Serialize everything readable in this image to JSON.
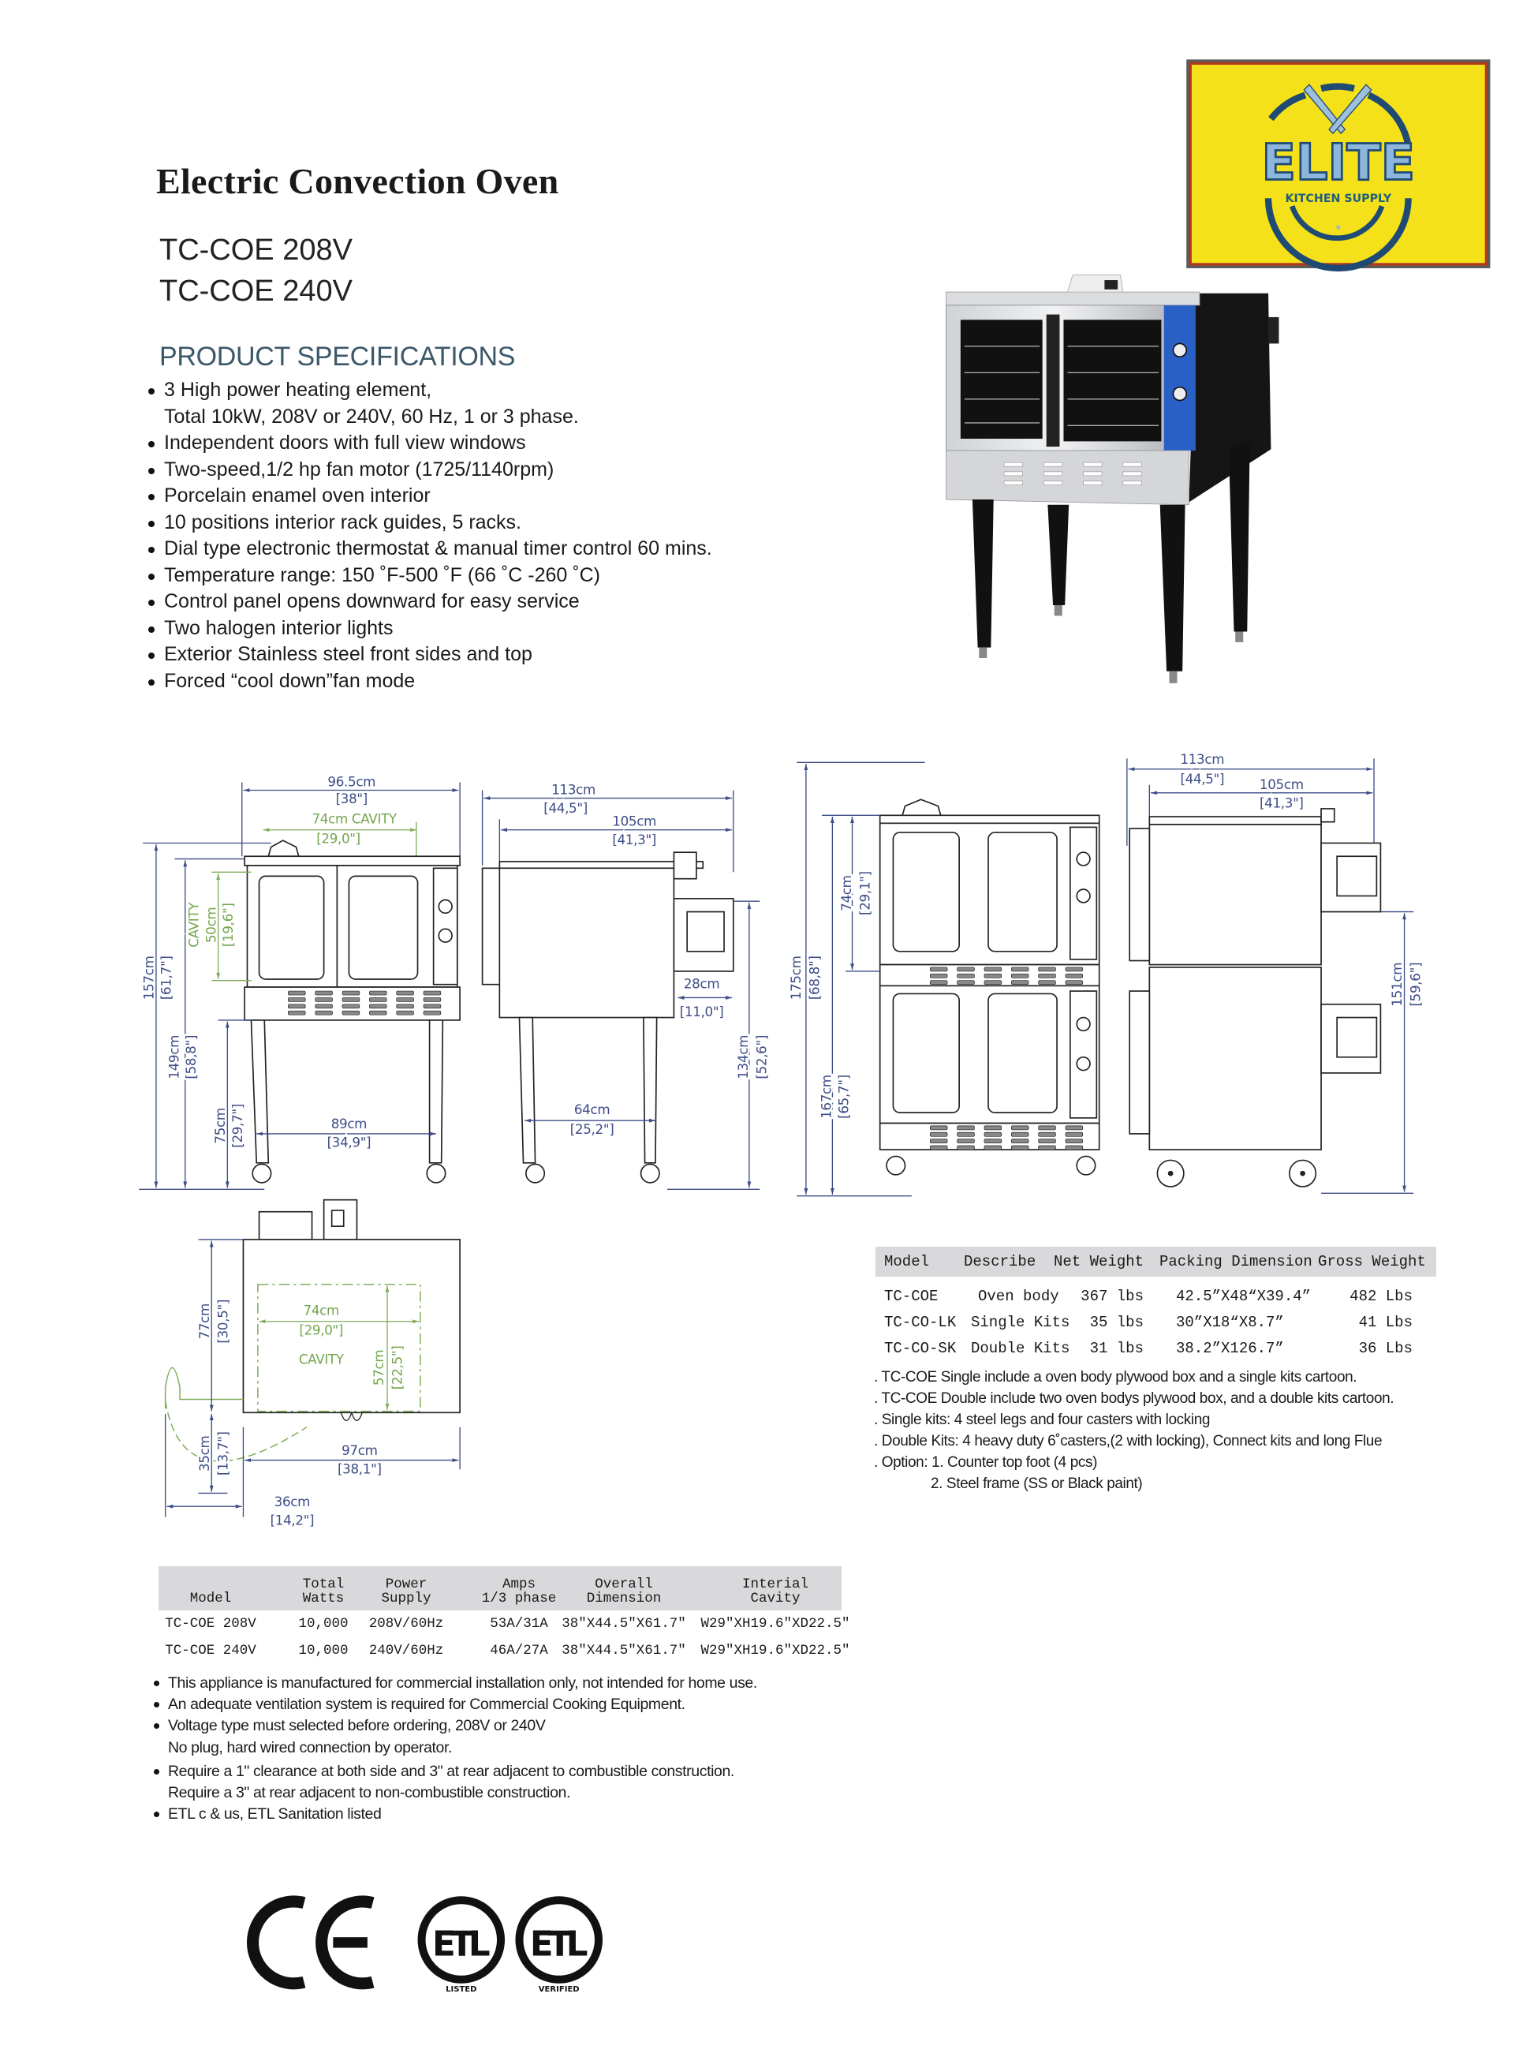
{
  "brand": {
    "name": "ELITE",
    "tagline": "KITCHEN SUPPLY"
  },
  "header": {
    "title": "Electric Convection Oven",
    "models": [
      "TC-COE 208V",
      "TC-COE 240V"
    ]
  },
  "specs": {
    "heading": "PRODUCT SPECIFICATIONS",
    "lines": [
      "3 High power heating element,",
      "Total 10kW, 208V or 240V, 60 Hz, 1 or 3 phase.",
      "Independent doors with full view windows",
      "Two-speed,1/2 hp fan motor (1725/1140rpm)",
      "Porcelain enamel oven interior",
      "10 positions interior rack guides, 5 racks.",
      "Dial type electronic thermostat & manual timer control 60 mins.",
      "Temperature range: 150 ˚F-500 ˚F (66 ˚C -260 ˚C)",
      "Control panel opens downward for easy service",
      "Two halogen interior lights",
      "Exterior Stainless steel front sides and top",
      "Forced “cool down”fan mode"
    ]
  },
  "drawings": {
    "single_front": {
      "width": {
        "cm": "96.5cm",
        "in": "[38\"]"
      },
      "cavity_width": {
        "cm": "74cm CAVITY",
        "in": "[29,0\"]"
      },
      "cavity_height": {
        "label": "CAVITY",
        "cm": "50cm",
        "in": "[19,6\"]"
      },
      "total_height": {
        "cm": "157cm",
        "in": "[61,7\"]"
      },
      "body_height": {
        "cm": "149cm",
        "in": "[58,8\"]"
      },
      "leg_height": {
        "cm": "75cm",
        "in": "[29,7\"]"
      },
      "leg_span": {
        "cm": "89cm",
        "in": "[34,9\"]"
      }
    },
    "single_side": {
      "total_depth": {
        "cm": "113cm",
        "in": "[44,5\"]"
      },
      "body_depth": {
        "cm": "105cm",
        "in": "[41,3\"]"
      },
      "rear": {
        "cm": "28cm",
        "in": "[11,0\"]"
      },
      "leg_span": {
        "cm": "64cm",
        "in": "[25,2\"]"
      },
      "height": {
        "cm": "134cm",
        "in": "[52,6\"]"
      }
    },
    "double_front": {
      "total_height": {
        "cm": "175cm",
        "in": "[68,8\"]"
      },
      "body_height": {
        "cm": "167cm",
        "in": "[65,7\"]"
      },
      "oven_height": {
        "cm": "74cm",
        "in": "[29,1\"]"
      }
    },
    "double_side": {
      "total_depth": {
        "cm": "113cm",
        "in": "[44,5\"]"
      },
      "body_depth": {
        "cm": "105cm",
        "in": "[41,3\"]"
      },
      "height": {
        "cm": "151cm",
        "in": "[59,6\"]"
      }
    },
    "top_view": {
      "depth": {
        "cm": "77cm",
        "in": "[30,5\"]"
      },
      "cavity_width": {
        "cm": "74cm",
        "in": "[29,0\"]"
      },
      "cavity_label": "CAVITY",
      "cavity_depth": {
        "cm": "57cm",
        "in": "[22,5\"]"
      },
      "door": {
        "cm": "35cm",
        "in": "[13,7\"]"
      },
      "width": {
        "cm": "97cm",
        "in": "[38,1\"]"
      },
      "swing": {
        "cm": "36cm",
        "in": "[14,2\"]"
      }
    }
  },
  "packing_table": {
    "headers": [
      "Model",
      "Describe",
      "Net Weight",
      "Packing Dimension",
      "Gross Weight"
    ],
    "rows": [
      [
        "TC-COE",
        "Oven body",
        "367 lbs",
        "42.5”X48“X39.4”",
        "482 Lbs"
      ],
      [
        "TC-CO-LK",
        "Single Kits",
        "35 lbs",
        "30”X18“X8.7”",
        "41 Lbs"
      ],
      [
        "TC-CO-SK",
        "Double Kits",
        "31 lbs",
        "38.2”X126.7”",
        "36 Lbs"
      ]
    ]
  },
  "packing_notes": [
    ". TC-COE Single include a oven body plywood box and a single kits cartoon.",
    ". TC-COE Double include two oven bodys plywood box, and a double kits cartoon.",
    ". Single kits: 4 steel legs and four casters with locking",
    ". Double Kits: 4 heavy duty 6˚casters,(2 with locking), Connect kits and long Flue",
    ". Option: 1. Counter top foot (4 pcs)",
    "2. Steel frame (SS or Black paint)"
  ],
  "spec_table": {
    "headers": [
      [
        "",
        "Model"
      ],
      [
        "Total",
        "Watts"
      ],
      [
        "Power",
        "Supply"
      ],
      [
        "Amps",
        "1/3 phase"
      ],
      [
        "Overall",
        "Dimension"
      ],
      [
        "Interial",
        "Cavity"
      ]
    ],
    "rows": [
      [
        "TC-COE 208V",
        "10,000",
        "208V/60Hz",
        "53A/31A",
        "38\"X44.5\"X61.7\"",
        "W29\"XH19.6\"XD22.5\""
      ],
      [
        "TC-COE 240V",
        "10,000",
        "240V/60Hz",
        "46A/27A",
        "38\"X44.5\"X61.7\"",
        "W29\"XH19.6\"XD22.5\""
      ]
    ]
  },
  "notes": [
    "This appliance is manufactured for commercial installation only, not intended for home use.",
    "An adequate ventilation system is required for Commercial Cooking Equipment.",
    "Voltage type must selected before ordering, 208V or 240V",
    "No  plug, hard wired connection by operator.",
    "Require a 1\" clearance at both side and 3\" at rear adjacent to combustible construction.",
    "Require a 3\" at rear adjacent to non-combustible construction.",
    "ETL c & us, ETL Sanitation listed"
  ],
  "certifications": {
    "ce": "CE",
    "etl": "ETL",
    "etl_listed": "LISTED",
    "etl_verified": "VERIFIED"
  },
  "colors": {
    "logo_bg": "#f5e11a",
    "logo_ring": "#1f4a73",
    "logo_letters": "#8db6dc",
    "dimension": "#3d4d86",
    "cavity": "#7fae5a",
    "heading": "#3b5869",
    "table_header": "#d9d9dc",
    "control_panel": "#2a5fc6"
  }
}
